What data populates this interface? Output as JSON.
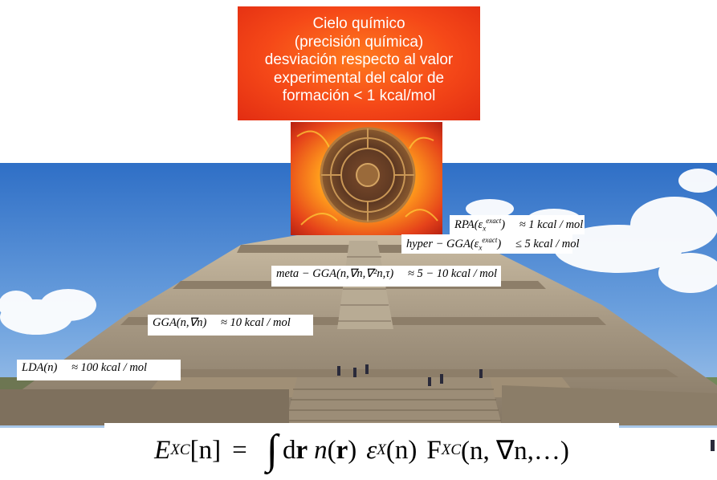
{
  "heaven": {
    "lines": [
      "Cielo químico",
      "(precisión química)",
      "desviación respecto al valor",
      "experimental del calor de",
      "formación < 1 kcal/mol"
    ],
    "color": "#f54818"
  },
  "rungs": {
    "rpa": {
      "method": "RPA(ε",
      "sup": "exact",
      "sub": "x",
      "close": ")",
      "accuracy": "≈ 1 kcal / mol"
    },
    "hyper": {
      "method": "hyper − GGA(ε",
      "sup": "exact",
      "sub": "x",
      "close": ")",
      "accuracy": "≤ 5 kcal / mol"
    },
    "meta": {
      "method": "meta − GGA(n,∇n,∇²n,τ)",
      "accuracy": "≈ 5 − 10 kcal / mol"
    },
    "gga": {
      "method": "GGA(n,∇n)",
      "accuracy": "≈ 10 kcal / mol"
    },
    "lda": {
      "method": "LDA(n)",
      "accuracy": "≈ 100 kcal / mol"
    }
  },
  "formula": {
    "lhs": "E",
    "lhs_sub": "XC",
    "lhs_arg": "[n]",
    "equals": "=",
    "integral": "∫",
    "d": "d",
    "r": "r",
    "n_of_r_n": "n",
    "n_of_r_arg": "(",
    "n_of_r_r": "r",
    "n_of_r_close": ")",
    "eps": "ε",
    "eps_sub": "X",
    "eps_arg": "(n)",
    "F": "F",
    "F_sub": "XC",
    "F_arg": "(n, ∇n,…)"
  }
}
